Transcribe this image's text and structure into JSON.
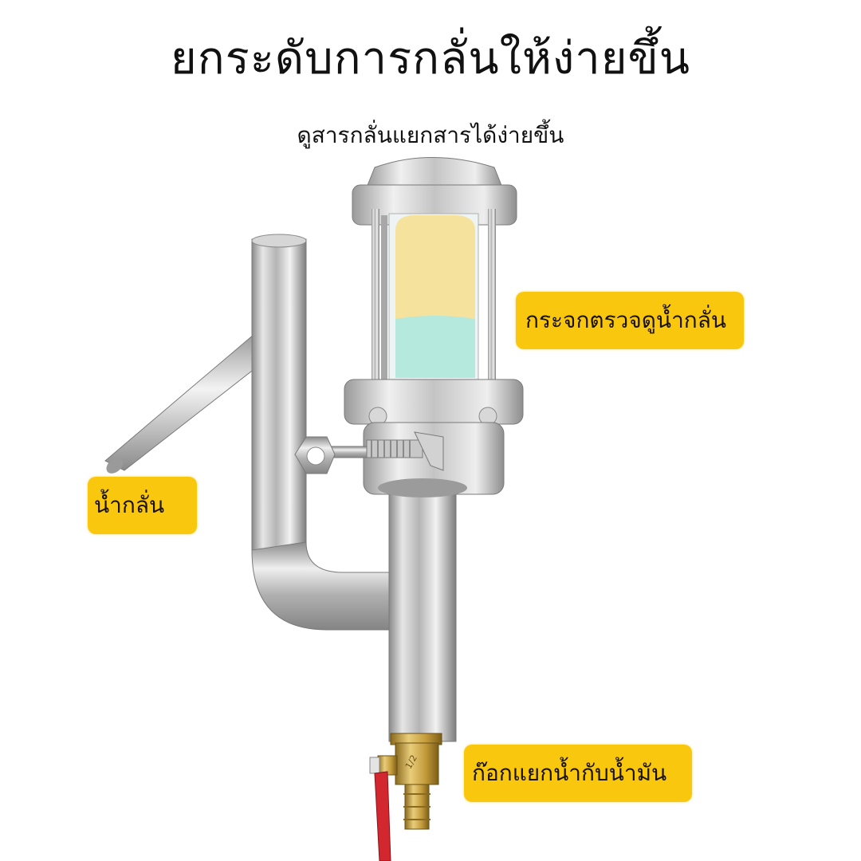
{
  "header": {
    "title": "ยกระดับการกลั่นให้ง่ายขึ้น",
    "subtitle": "ดูสารกลั่นแยกสารได้ง่ายขึ้น"
  },
  "callouts": [
    {
      "id": "sight-glass",
      "label": "กระจกตรวจดูน้ำกลั่น"
    },
    {
      "id": "distillate-outlet",
      "label": "น้ำกลั่น"
    },
    {
      "id": "separator-valve",
      "label": "ก๊อกแยกน้ำกับน้ำมัน"
    }
  ],
  "product": {
    "name": "stainless-steel-oil-water-separator",
    "valve_marking": "1/2",
    "colors": {
      "oil_layer": "#f5e29c",
      "water_layer": "#b5e9dd",
      "label_bg": "#f9c80e",
      "steel": "#c8c8c8",
      "brass": "#c9a546",
      "valve_handle": "#d2272f"
    }
  }
}
